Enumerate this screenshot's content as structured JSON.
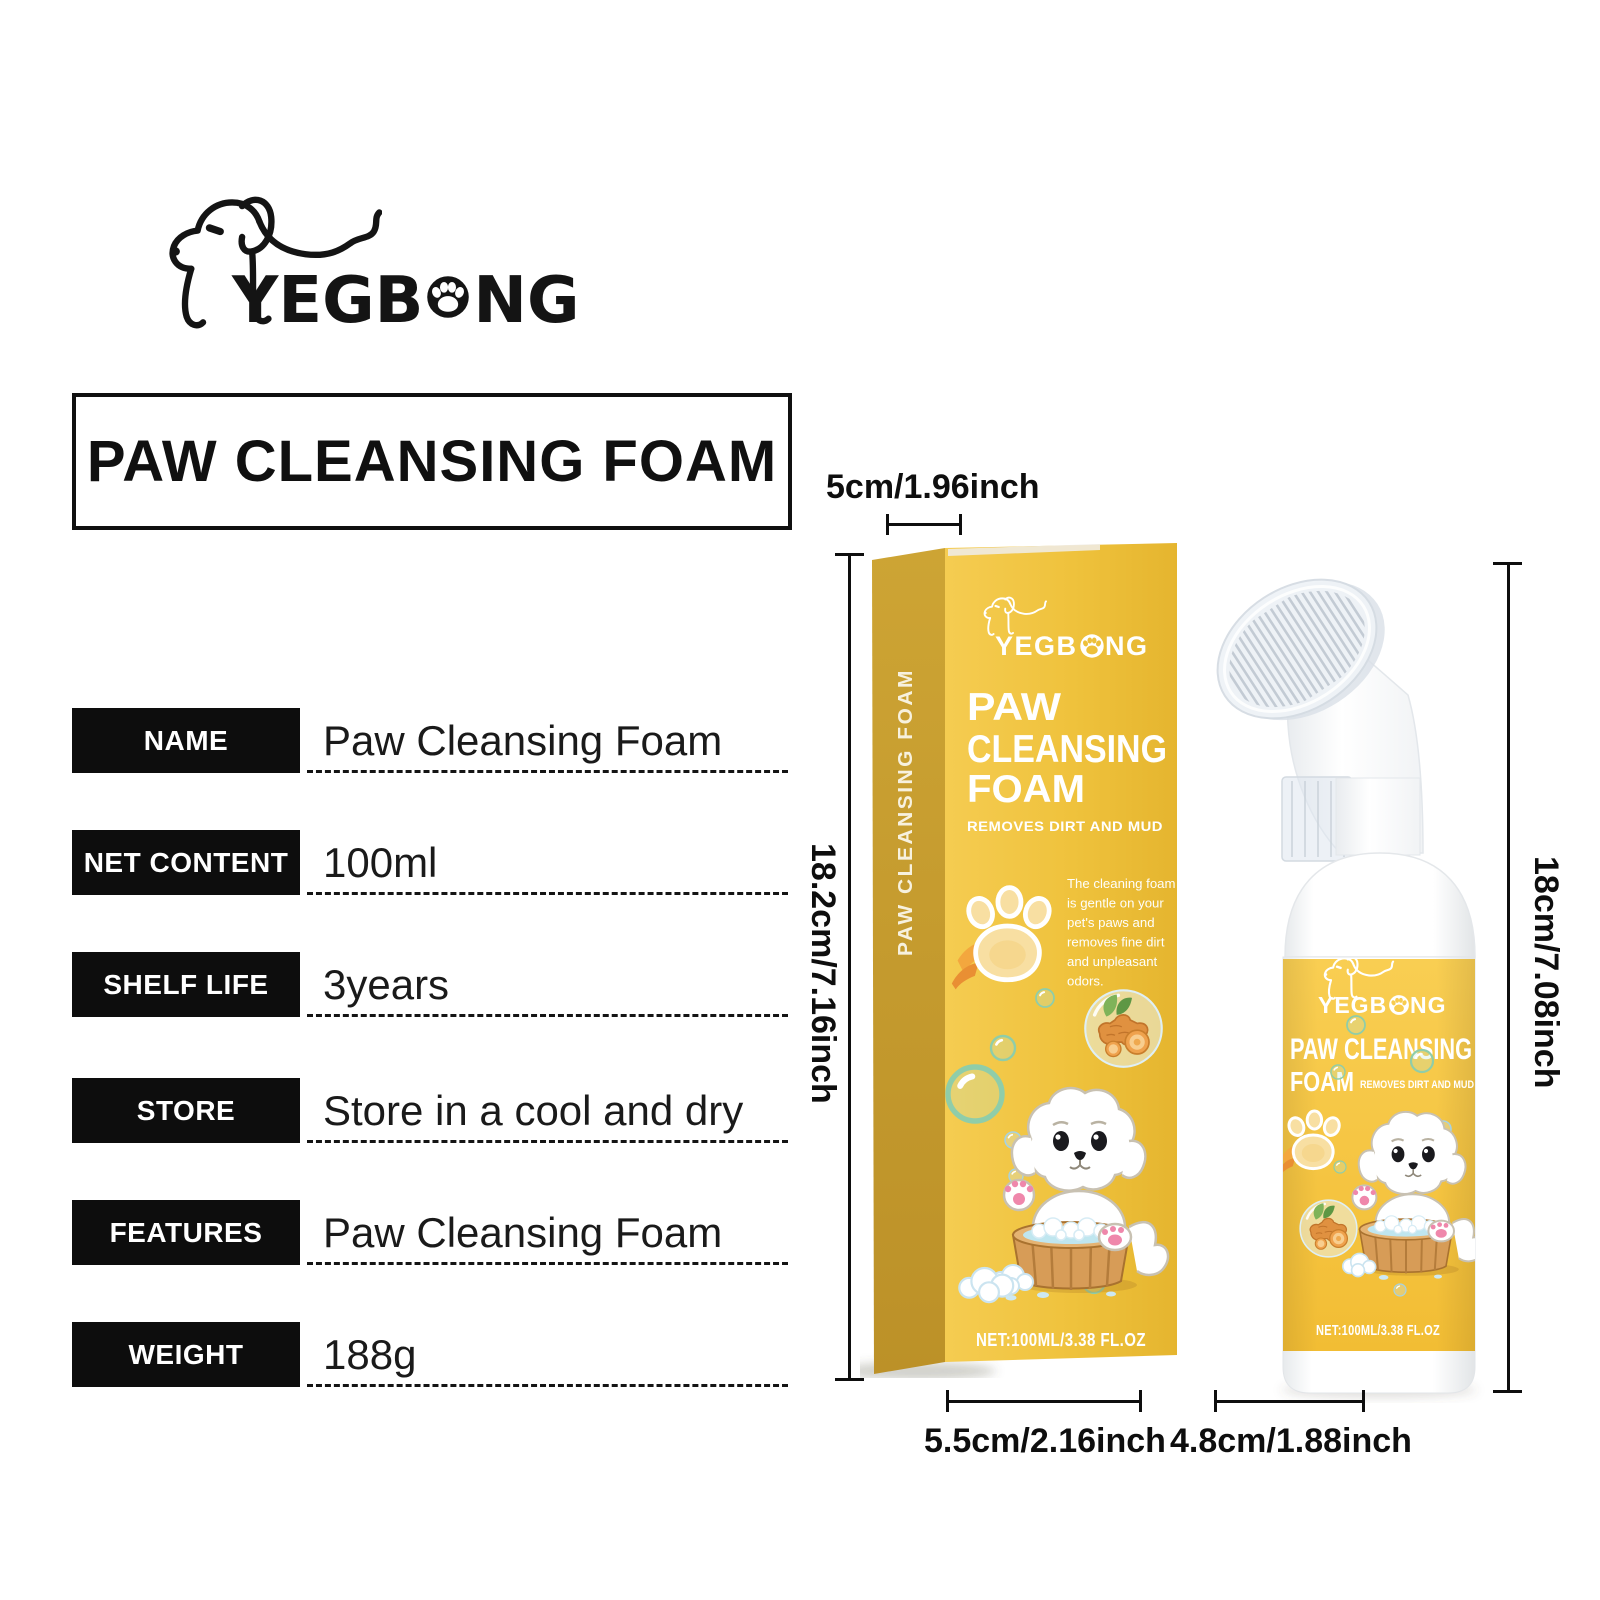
{
  "brand": {
    "name": "YEGBONG",
    "name_pre": "YEGB",
    "name_post": "NG"
  },
  "title": "PAW CLEANSING FOAM",
  "specs": {
    "rows": [
      {
        "label": "NAME",
        "value": "Paw Cleansing Foam"
      },
      {
        "label": "NET CONTENT",
        "value": "100ml"
      },
      {
        "label": "SHELF LIFE",
        "value": "3years"
      },
      {
        "label": "STORE",
        "value": "Store in a cool and dry"
      },
      {
        "label": "FEATURES",
        "value": "Paw Cleansing Foam"
      },
      {
        "label": "WEIGHT",
        "value": "188g"
      }
    ]
  },
  "box": {
    "side_text": "PAW CLEANSING FOAM",
    "title_lines": [
      "PAW",
      "CLEANSING",
      "FOAM"
    ],
    "subtitle": "REMOVES DIRT AND MUD",
    "description_lines": [
      "The cleaning foam",
      "is gentle on your",
      "pet's paws and",
      "removes fine dirt",
      "and unpleasant",
      "odors."
    ],
    "net": "NET:100ML/3.38 FL.OZ"
  },
  "bottle": {
    "title": "PAW CLEANSING",
    "title2": "FOAM",
    "subtitle": "REMOVES DIRT AND MUD",
    "net": "NET:100ML/3.38 FL.OZ"
  },
  "dimensions": {
    "cap_width": "5cm/1.96inch",
    "box_height": "18.2cm/7.16inch",
    "box_width": "5.5cm/2.16inch",
    "bottle_height": "18cm/7.08inch",
    "bottle_width": "4.8cm/1.88inch"
  },
  "colors": {
    "box_yellow": "#EFC23C",
    "box_side_yellow": "#C79E2F",
    "label_yellow": "#F7C845",
    "ink_black": "#0D0D0D"
  }
}
